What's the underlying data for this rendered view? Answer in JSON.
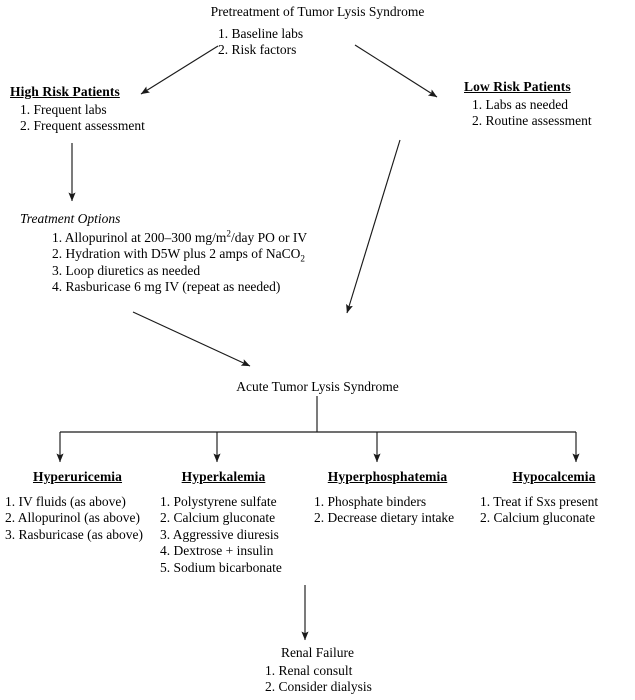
{
  "diagram": {
    "title": "Pretreatment of Tumor Lysis Syndrome",
    "background_color": "#ffffff",
    "line_color": "#1a1a1a"
  },
  "top_node": {
    "items": [
      "1. Baseline labs",
      "2. Risk factors"
    ]
  },
  "high_risk": {
    "heading": "High Risk Patients",
    "items": [
      "1. Frequent labs",
      "2. Frequent assessment"
    ]
  },
  "low_risk": {
    "heading": "Low Risk Patients",
    "items": [
      "1. Labs as needed",
      "2. Routine assessment"
    ]
  },
  "treatment_options": {
    "heading": "Treatment Options",
    "items": [
      {
        "prefix": "1. Allopurinol at 200–300 mg/m",
        "sup": "2",
        "suffix": "/day PO or IV"
      },
      {
        "prefix": "2. Hydration with D5W plus 2 amps of NaCO",
        "sub": "2",
        "suffix": ""
      },
      {
        "prefix": "3. Loop diuretics as needed",
        "suffix": ""
      },
      {
        "prefix": "4. Rasburicase 6 mg IV (repeat as needed)",
        "suffix": ""
      }
    ]
  },
  "acute": {
    "label": "Acute Tumor Lysis Syndrome"
  },
  "branches": [
    {
      "heading": "Hyperuricemia",
      "items": [
        "1. IV fluids (as above)",
        "2. Allopurinol (as above)",
        "3. Rasburicase (as above)"
      ]
    },
    {
      "heading": "Hyperkalemia",
      "items": [
        "1. Polystyrene sulfate",
        "2. Calcium gluconate",
        "3. Aggressive diuresis",
        "4. Dextrose + insulin",
        "5. Sodium bicarbonate"
      ]
    },
    {
      "heading": "Hyperphosphatemia",
      "items": [
        "1. Phosphate binders",
        "2. Decrease dietary intake"
      ]
    },
    {
      "heading": "Hypocalcemia",
      "items": [
        "1. Treat if Sxs present",
        "2. Calcium gluconate"
      ]
    }
  ],
  "renal_failure": {
    "label": "Renal Failure",
    "items": [
      "1. Renal consult",
      "2. Consider dialysis"
    ]
  }
}
